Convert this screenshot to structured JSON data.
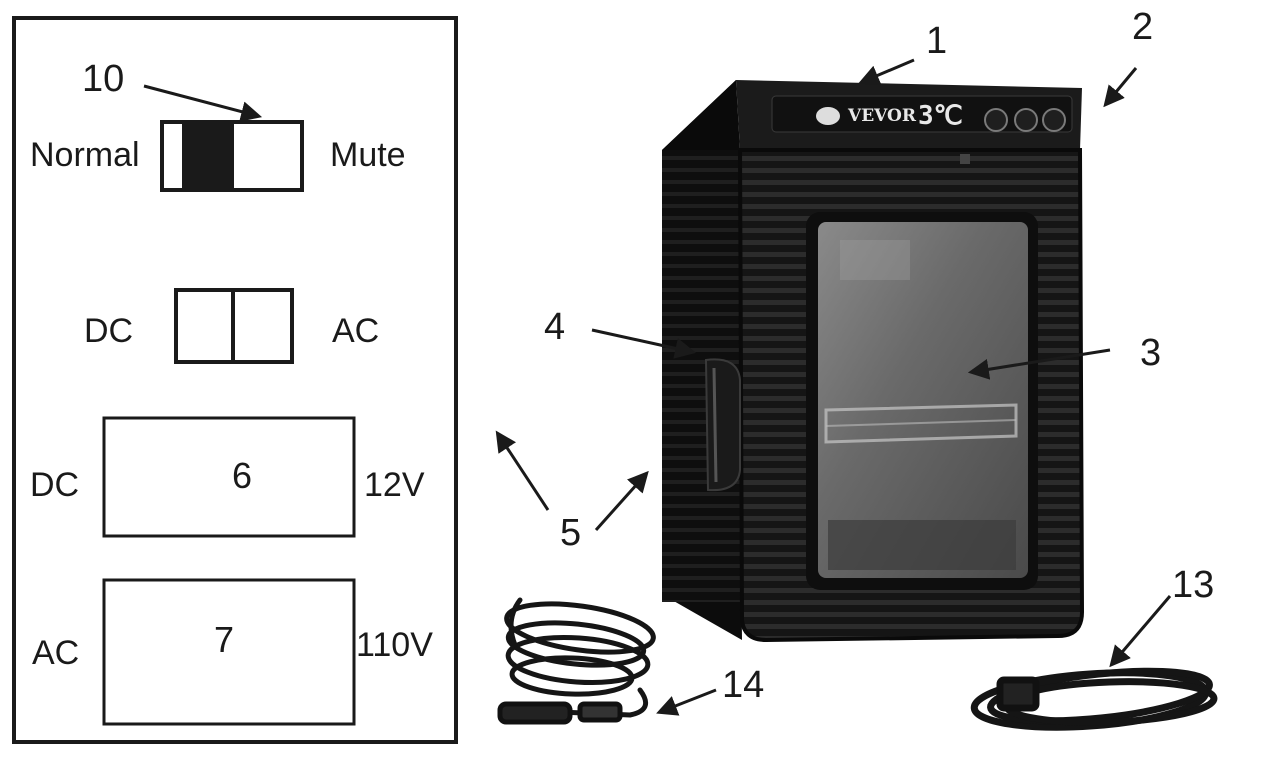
{
  "panel": {
    "switch_mute": {
      "number": "10",
      "left_label": "Normal",
      "right_label": "Mute"
    },
    "switch_power": {
      "left_label": "DC",
      "right_label": "AC"
    },
    "socket_dc": {
      "number": "6",
      "left_label": "DC",
      "right_label": "12V"
    },
    "socket_ac": {
      "number": "7",
      "left_label": "AC",
      "right_label": "110V"
    }
  },
  "product": {
    "brand": "VEVOR",
    "display": "3℃"
  },
  "callouts": [
    "1",
    "2",
    "3",
    "4",
    "5",
    "13",
    "14"
  ],
  "colors": {
    "ink": "#1a1a1a",
    "fridge_body": "#141414",
    "fridge_rib": "#2b2b2b",
    "glass": "#5a5a5a",
    "background": "#ffffff"
  }
}
